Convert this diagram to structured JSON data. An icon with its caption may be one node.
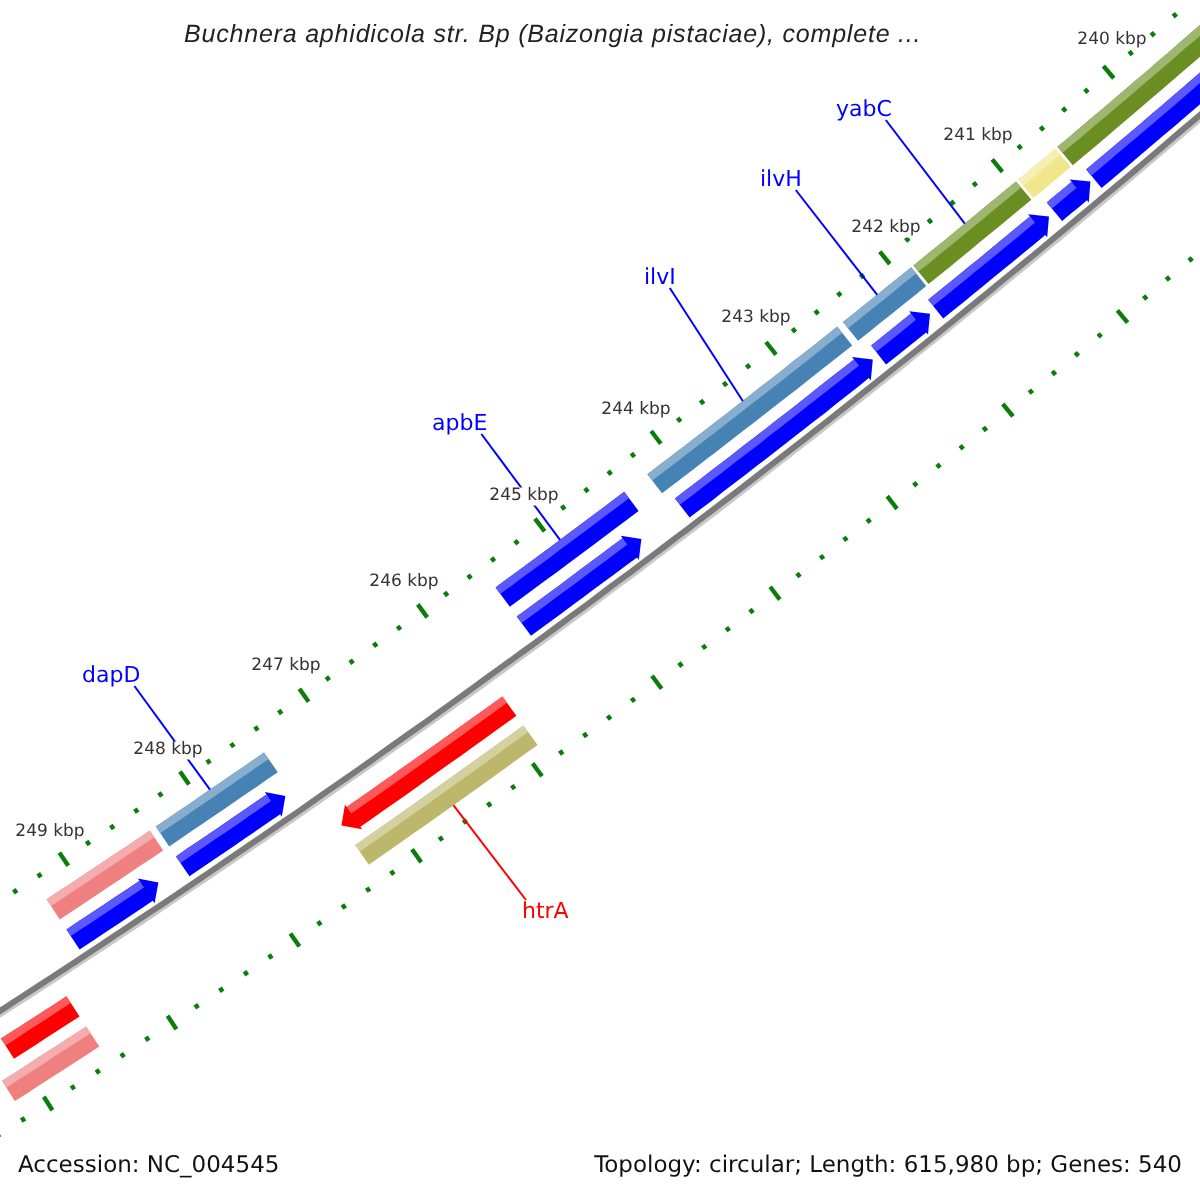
{
  "diagram": {
    "title": "Buchnera aphidicola str. Bp (Baizongia pistaciae), complete ...",
    "nodes": [
      {
        "text": [
          "yabC"
        ]
      },
      {
        "text": [],
        "shape": "bar"
      },
      {
        "text": [
          "ilvH"
        ]
      },
      {
        "text": [],
        "shape": "bar"
      },
      {
        "text": [
          "ilvI"
        ]
      },
      {
        "text": [],
        "shape": "bar"
      },
      {
        "text": [
          "apbE"
        ]
      },
      {
        "text": [],
        "shape": "bar"
      },
      {
        "text": [
          "dapD"
        ]
      },
      {
        "text": [],
        "shape": "bar"
      },
      {
        "text": [
          "htrA"
        ]
      },
      {
        "text": [],
        "shape": "bar"
      },
      {
        "text": [],
        "shape": "bar"
      },
      {
        "text": [],
        "shape": "arrow"
      },
      {
        "text": [],
        "shape": "bar"
      },
      {
        "text": [],
        "shape": "arrow"
      },
      {
        "text": [],
        "shape": "arrow"
      },
      {
        "text": [],
        "shape": "arrow"
      },
      {
        "text": [],
        "shape": "arrow"
      },
      {
        "text": [],
        "shape": "arrow"
      },
      {
        "text": [],
        "shape": "arrow"
      },
      {
        "text": [],
        "shape": "arrow"
      },
      {
        "text": [],
        "shape": "bar"
      },
      {
        "text": [],
        "shape": "arrow"
      },
      {
        "text": [],
        "shape": "bar"
      },
      {
        "text": [],
        "shape": "bar"
      }
    ],
    "edges": [
      {
        "from": 0,
        "to": 1,
        "arrow": "none"
      },
      {
        "from": 2,
        "to": 3,
        "arrow": "none"
      },
      {
        "from": 4,
        "to": 5,
        "arrow": "none"
      },
      {
        "from": 6,
        "to": 7,
        "arrow": "none"
      },
      {
        "from": 8,
        "to": 9,
        "arrow": "none"
      },
      {
        "from": 10,
        "to": 11,
        "arrow": "none",
        "color": "#ff0000"
      }
    ],
    "labels": [
      "240 kbp",
      "241 kbp",
      "242 kbp",
      "243 kbp",
      "244 kbp",
      "245 kbp",
      "246 kbp",
      "247 kbp",
      "248 kbp",
      "249 kbp",
      "Accession: NC_004545",
      "Topology: circular; Length: 615,980 bp; Genes: 540"
    ]
  }
}
